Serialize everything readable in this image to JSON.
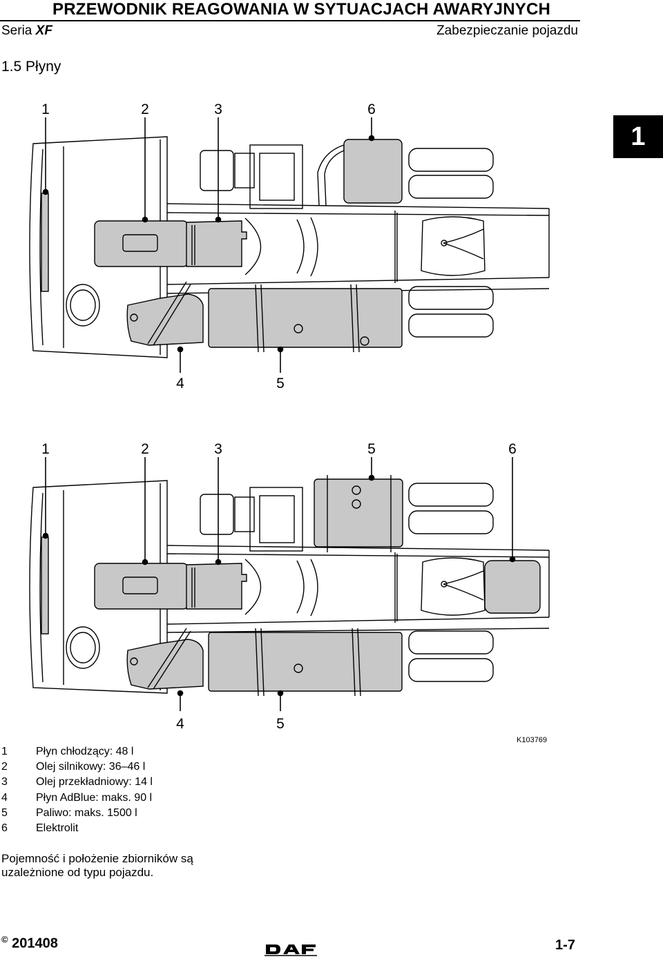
{
  "header": {
    "title": "PRZEWODNIK REAGOWANIA W SYTUACJACH AWARYJNYCH",
    "series_prefix": "Seria ",
    "series_name": "XF",
    "section": "Zabezpieczanie pojazdu"
  },
  "section_title": "1.5 Płyny",
  "chapter_tab": "1",
  "figure_top": {
    "callouts_top": [
      "1",
      "2",
      "3",
      "6"
    ],
    "callouts_bottom": [
      "4",
      "5"
    ]
  },
  "figure_bottom": {
    "callouts_top": [
      "1",
      "2",
      "3",
      "5",
      "6"
    ],
    "callouts_bottom": [
      "4",
      "5"
    ]
  },
  "figure_code": "K103769",
  "legend": [
    {
      "num": "1",
      "text": "Płyn chłodzący: 48 l"
    },
    {
      "num": "2",
      "text": "Olej silnikowy: 36–46 l"
    },
    {
      "num": "3",
      "text": "Olej przekładniowy: 14 l"
    },
    {
      "num": "4",
      "text": "Płyn AdBlue: maks. 90 l"
    },
    {
      "num": "5",
      "text": "Paliwo: maks. 1500 l"
    },
    {
      "num": "6",
      "text": "Elektrolit"
    }
  ],
  "note": "Pojemność i położenie zbiorników są uzależnione od typu pojazdu.",
  "footer": {
    "copyright": "©",
    "date": "201408",
    "page": "1-7",
    "brand": "DAF"
  }
}
